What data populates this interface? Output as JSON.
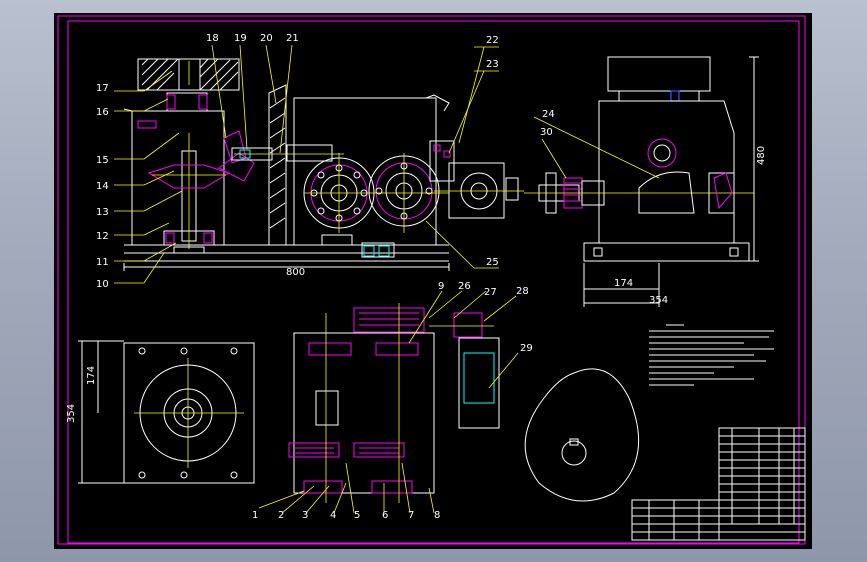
{
  "drawing": {
    "labels": {
      "p1": "1",
      "p2": "2",
      "p3": "3",
      "p4": "4",
      "p5": "5",
      "p6": "6",
      "p7": "7",
      "p8": "8",
      "p9": "9",
      "p10": "10",
      "p11": "11",
      "p12": "12",
      "p13": "13",
      "p14": "14",
      "p15": "15",
      "p16": "16",
      "p17": "17",
      "p18": "18",
      "p19": "19",
      "p20": "20",
      "p21": "21",
      "p22": "22",
      "p23": "23",
      "p24": "24",
      "p25": "25",
      "p26": "26",
      "p27": "27",
      "p28": "28",
      "p29": "29",
      "p30": "30"
    },
    "dims": {
      "width_front": "800",
      "height_side": "480",
      "side_174": "174",
      "side_354": "354",
      "plan_174": "174",
      "plan_354": "354"
    }
  },
  "colors": {
    "line": "#ff00ff",
    "white": "#ffffff",
    "yellow": "#ffff00",
    "cyan": "#00ffff",
    "green": "#2fd02f",
    "blue": "#3a4dff"
  }
}
